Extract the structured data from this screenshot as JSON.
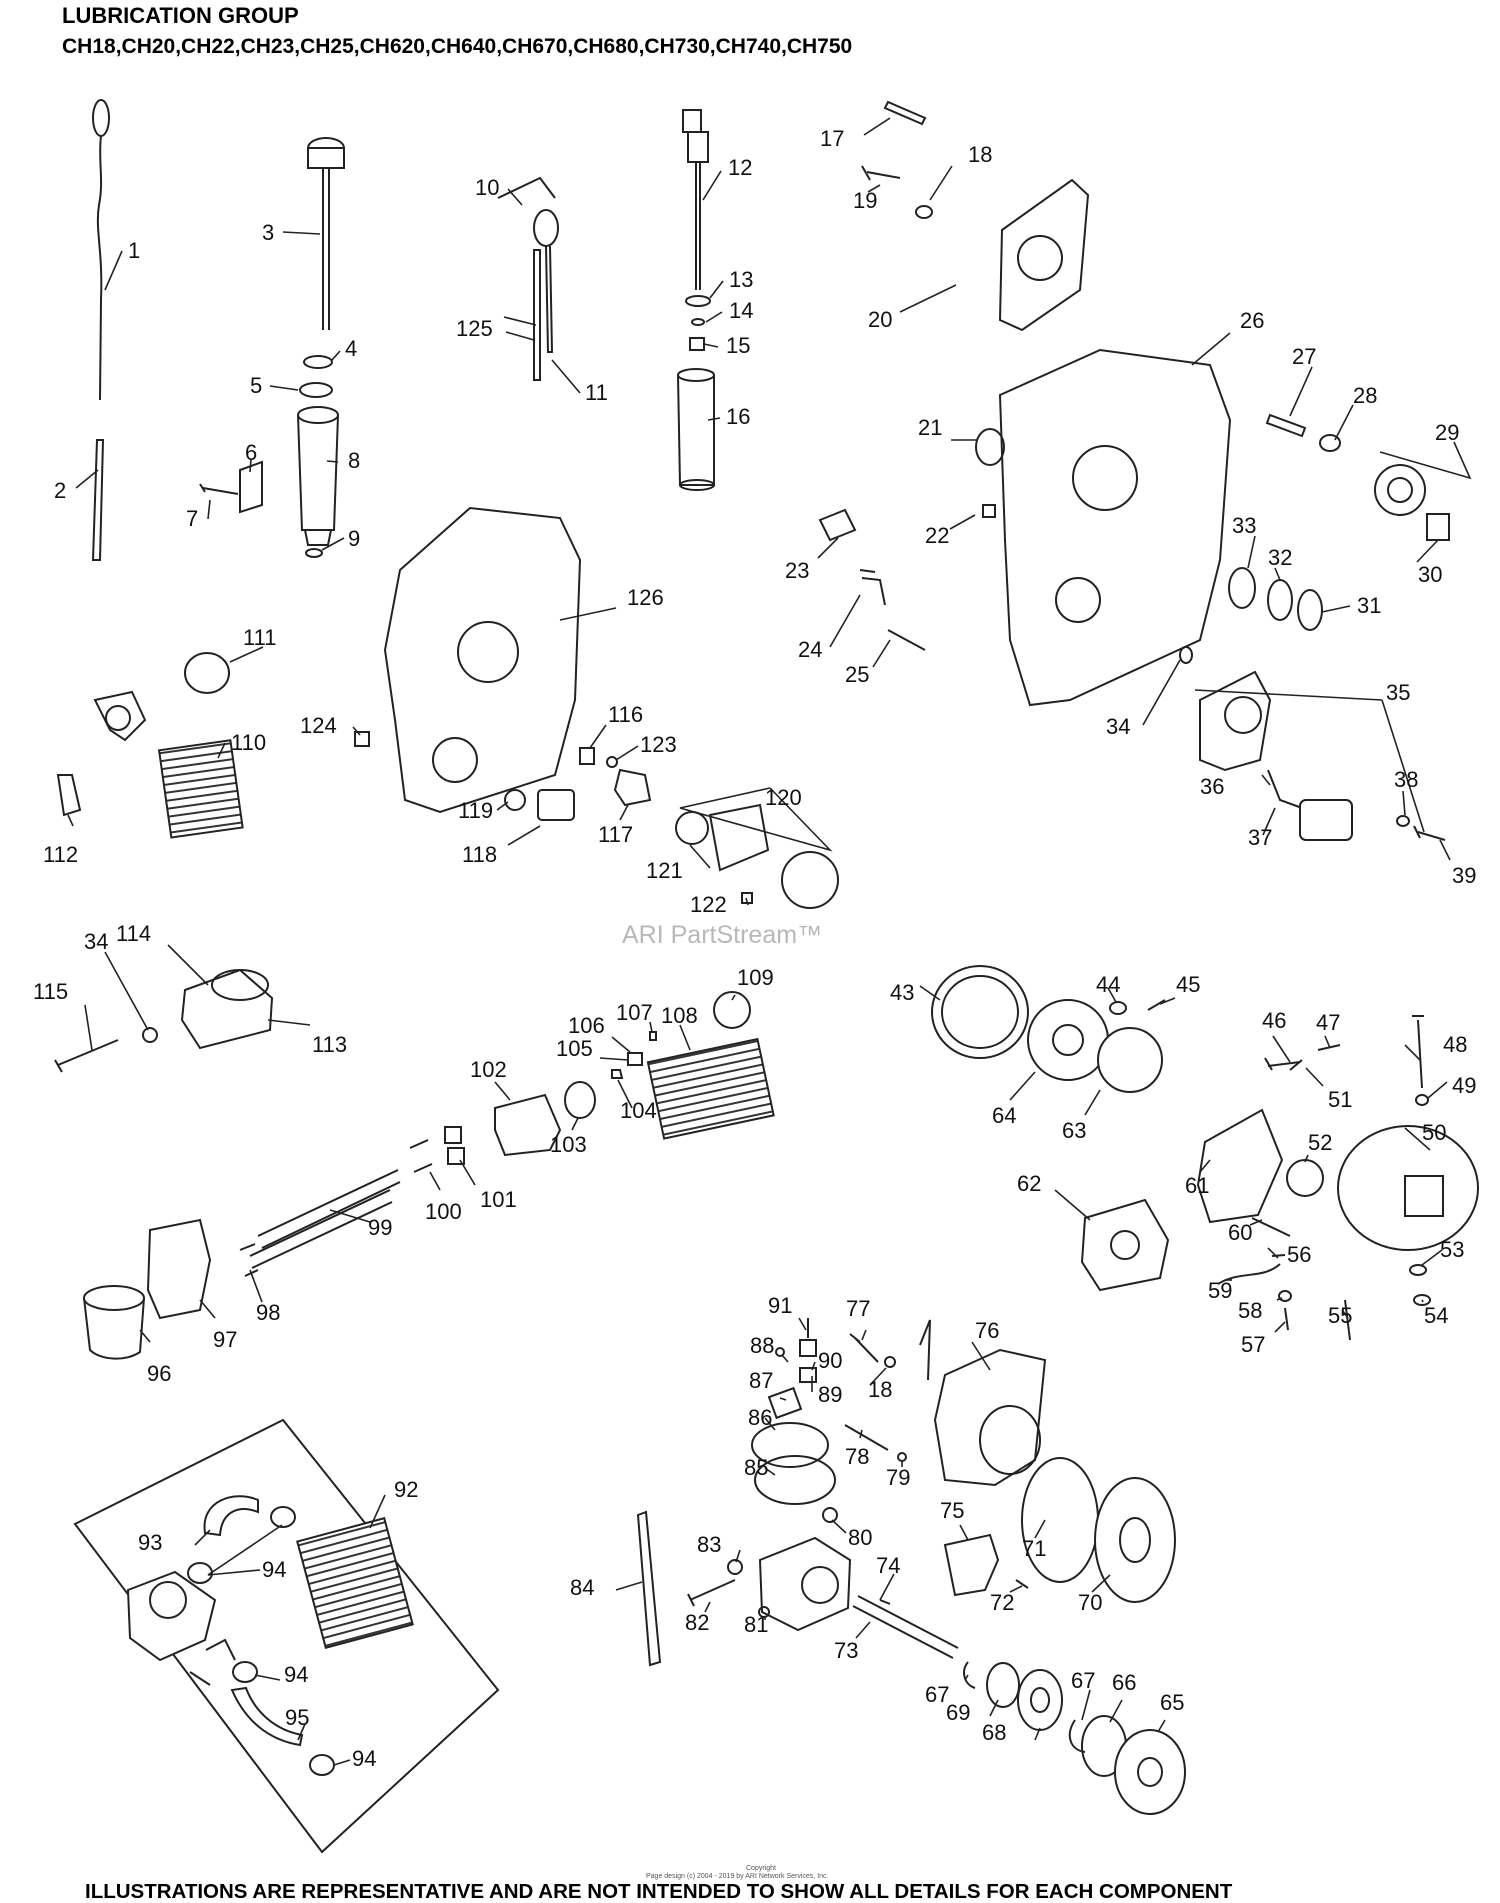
{
  "header": {
    "title": "LUBRICATION GROUP",
    "models": "CH18,CH20,CH22,CH23,CH25,CH620,CH640,CH670,CH680,CH730,CH740,CH750"
  },
  "watermark": "ARI PartStream™",
  "footer": {
    "notice": "ILLUSTRATIONS ARE REPRESENTATIVE AND ARE NOT INTENDED TO SHOW ALL DETAILS FOR EACH COMPONENT",
    "copyright_line1": "Copyright",
    "copyright_line2": "Page design (c) 2004 - 2019 by ARI Network Services, Inc."
  },
  "callouts": [
    {
      "id": "1",
      "text": "1"
    },
    {
      "id": "2",
      "text": "2"
    },
    {
      "id": "3",
      "text": "3"
    },
    {
      "id": "4",
      "text": "4"
    },
    {
      "id": "5",
      "text": "5"
    },
    {
      "id": "6",
      "text": "6"
    },
    {
      "id": "7",
      "text": "7"
    },
    {
      "id": "8",
      "text": "8"
    },
    {
      "id": "9",
      "text": "9"
    },
    {
      "id": "10",
      "text": "10"
    },
    {
      "id": "11",
      "text": "11"
    },
    {
      "id": "12",
      "text": "12"
    },
    {
      "id": "13",
      "text": "13"
    },
    {
      "id": "14",
      "text": "14"
    },
    {
      "id": "15",
      "text": "15"
    },
    {
      "id": "16",
      "text": "16"
    },
    {
      "id": "17",
      "text": "17"
    },
    {
      "id": "18",
      "text": "18"
    },
    {
      "id": "19",
      "text": "19"
    },
    {
      "id": "20",
      "text": "20"
    },
    {
      "id": "21",
      "text": "21"
    },
    {
      "id": "22",
      "text": "22"
    },
    {
      "id": "23",
      "text": "23"
    },
    {
      "id": "24",
      "text": "24"
    },
    {
      "id": "25",
      "text": "25"
    },
    {
      "id": "26",
      "text": "26"
    },
    {
      "id": "27",
      "text": "27"
    },
    {
      "id": "28",
      "text": "28"
    },
    {
      "id": "29",
      "text": "29"
    },
    {
      "id": "30",
      "text": "30"
    },
    {
      "id": "31",
      "text": "31"
    },
    {
      "id": "32",
      "text": "32"
    },
    {
      "id": "33",
      "text": "33"
    },
    {
      "id": "34a",
      "text": "34"
    },
    {
      "id": "35",
      "text": "35"
    },
    {
      "id": "36",
      "text": "36"
    },
    {
      "id": "37",
      "text": "37"
    },
    {
      "id": "38",
      "text": "38"
    },
    {
      "id": "39",
      "text": "39"
    },
    {
      "id": "111",
      "text": "111"
    },
    {
      "id": "110",
      "text": "110"
    },
    {
      "id": "112",
      "text": "112"
    },
    {
      "id": "124",
      "text": "124"
    },
    {
      "id": "126",
      "text": "126"
    },
    {
      "id": "116",
      "text": "116"
    },
    {
      "id": "123",
      "text": "123"
    },
    {
      "id": "119",
      "text": "119"
    },
    {
      "id": "118",
      "text": "118"
    },
    {
      "id": "117",
      "text": "117"
    },
    {
      "id": "120",
      "text": "120"
    },
    {
      "id": "121",
      "text": "121"
    },
    {
      "id": "122",
      "text": "122"
    },
    {
      "id": "125",
      "text": "125"
    },
    {
      "id": "114",
      "text": "114"
    },
    {
      "id": "34b",
      "text": "34"
    },
    {
      "id": "115",
      "text": "115"
    },
    {
      "id": "113",
      "text": "113"
    },
    {
      "id": "108",
      "text": "108"
    },
    {
      "id": "109",
      "text": "109"
    },
    {
      "id": "107",
      "text": "107"
    },
    {
      "id": "106",
      "text": "106"
    },
    {
      "id": "105",
      "text": "105"
    },
    {
      "id": "104",
      "text": "104"
    },
    {
      "id": "102",
      "text": "102"
    },
    {
      "id": "103",
      "text": "103"
    },
    {
      "id": "101",
      "text": "101"
    },
    {
      "id": "100",
      "text": "100"
    },
    {
      "id": "99",
      "text": "99"
    },
    {
      "id": "98",
      "text": "98"
    },
    {
      "id": "97",
      "text": "97"
    },
    {
      "id": "96",
      "text": "96"
    },
    {
      "id": "43",
      "text": "43"
    },
    {
      "id": "44",
      "text": "44"
    },
    {
      "id": "45",
      "text": "45"
    },
    {
      "id": "64",
      "text": "64"
    },
    {
      "id": "63",
      "text": "63"
    },
    {
      "id": "46",
      "text": "46"
    },
    {
      "id": "47",
      "text": "47"
    },
    {
      "id": "48",
      "text": "48"
    },
    {
      "id": "49",
      "text": "49"
    },
    {
      "id": "51",
      "text": "51"
    },
    {
      "id": "50",
      "text": "50"
    },
    {
      "id": "52",
      "text": "52"
    },
    {
      "id": "61",
      "text": "61"
    },
    {
      "id": "62",
      "text": "62"
    },
    {
      "id": "60",
      "text": "60"
    },
    {
      "id": "56",
      "text": "56"
    },
    {
      "id": "53",
      "text": "53"
    },
    {
      "id": "59",
      "text": "59"
    },
    {
      "id": "58",
      "text": "58"
    },
    {
      "id": "57",
      "text": "57"
    },
    {
      "id": "55",
      "text": "55"
    },
    {
      "id": "54",
      "text": "54"
    },
    {
      "id": "91",
      "text": "91"
    },
    {
      "id": "77",
      "text": "77"
    },
    {
      "id": "76",
      "text": "76"
    },
    {
      "id": "88",
      "text": "88"
    },
    {
      "id": "90",
      "text": "90"
    },
    {
      "id": "18b",
      "text": "18"
    },
    {
      "id": "87",
      "text": "87"
    },
    {
      "id": "89",
      "text": "89"
    },
    {
      "id": "86",
      "text": "86"
    },
    {
      "id": "78",
      "text": "78"
    },
    {
      "id": "79",
      "text": "79"
    },
    {
      "id": "85",
      "text": "85"
    },
    {
      "id": "80",
      "text": "80"
    },
    {
      "id": "75",
      "text": "75"
    },
    {
      "id": "71",
      "text": "71"
    },
    {
      "id": "83",
      "text": "83"
    },
    {
      "id": "74",
      "text": "74"
    },
    {
      "id": "84",
      "text": "84"
    },
    {
      "id": "82",
      "text": "82"
    },
    {
      "id": "81",
      "text": "81"
    },
    {
      "id": "72",
      "text": "72"
    },
    {
      "id": "70",
      "text": "70"
    },
    {
      "id": "73",
      "text": "73"
    },
    {
      "id": "67a",
      "text": "67"
    },
    {
      "id": "67b",
      "text": "67"
    },
    {
      "id": "66",
      "text": "66"
    },
    {
      "id": "65",
      "text": "65"
    },
    {
      "id": "69",
      "text": "69"
    },
    {
      "id": "68",
      "text": "68"
    },
    {
      "id": "92",
      "text": "92"
    },
    {
      "id": "93",
      "text": "93"
    },
    {
      "id": "94a",
      "text": "94"
    },
    {
      "id": "94b",
      "text": "94"
    },
    {
      "id": "95",
      "text": "95"
    },
    {
      "id": "94c",
      "text": "94"
    }
  ]
}
